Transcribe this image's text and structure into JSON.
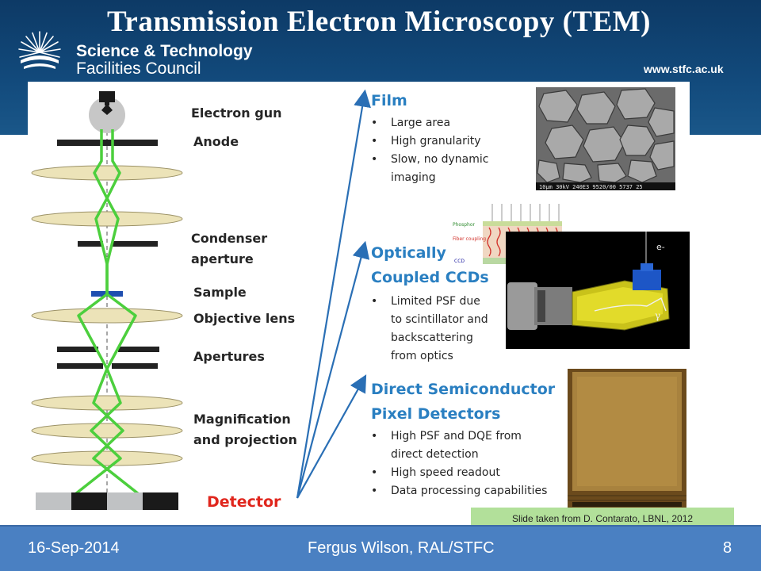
{
  "header": {
    "title": "Transmission Electron Microscopy (TEM)",
    "org_line1": "Science & Technology",
    "org_line2": "Facilities Council",
    "website": "www.stfc.ac.uk",
    "logo_icon": "stfc-sunburst-logo-icon"
  },
  "column_labels": {
    "electron_gun": "Electron gun",
    "anode": "Anode",
    "condenser_1": "Condenser",
    "condenser_2": "aperture",
    "sample": "Sample",
    "objective": "Objective lens",
    "apertures": "Apertures",
    "magnification_1": "Magnification",
    "magnification_2": "and projection",
    "detector": "Detector"
  },
  "detectors": [
    {
      "title_lines": [
        "Film"
      ],
      "bullets": [
        "Large area",
        "High granularity",
        "Slow, no dynamic",
        "imaging"
      ]
    },
    {
      "title_lines": [
        "Optically",
        "Coupled CCDs"
      ],
      "bullets": [
        "Limited PSF due",
        "to scintillator and",
        "backscattering",
        "from optics"
      ]
    },
    {
      "title_lines": [
        "Direct Semiconductor",
        "Pixel Detectors"
      ],
      "bullets": [
        "High PSF and DQE from",
        "direct detection",
        "High speed readout",
        "Data processing capabilities"
      ]
    }
  ],
  "ccd_diagram": {
    "phosphor": "Phosphor",
    "fiber": "Fiber coupling",
    "ccd": "CCD",
    "electron": "e-",
    "gamma": "γ"
  },
  "film_micrograph": {
    "scale_text": "10µm 30kV 240E3 9520/00 5737 25"
  },
  "credit": "Slide taken from D. Contarato, LBNL, 2012",
  "footer": {
    "date": "16-Sep-2014",
    "author": "Fergus Wilson, RAL/STFC",
    "page": "8"
  },
  "colors": {
    "header_blue": "#0d3a66",
    "footer_blue": "#4a80c2",
    "heading_blue": "#2a7fc1",
    "lens_fill": "#ece3b8",
    "beam_green": "#4ccf3d",
    "detector_red": "#e0261d",
    "credit_green": "#b2e09a"
  }
}
